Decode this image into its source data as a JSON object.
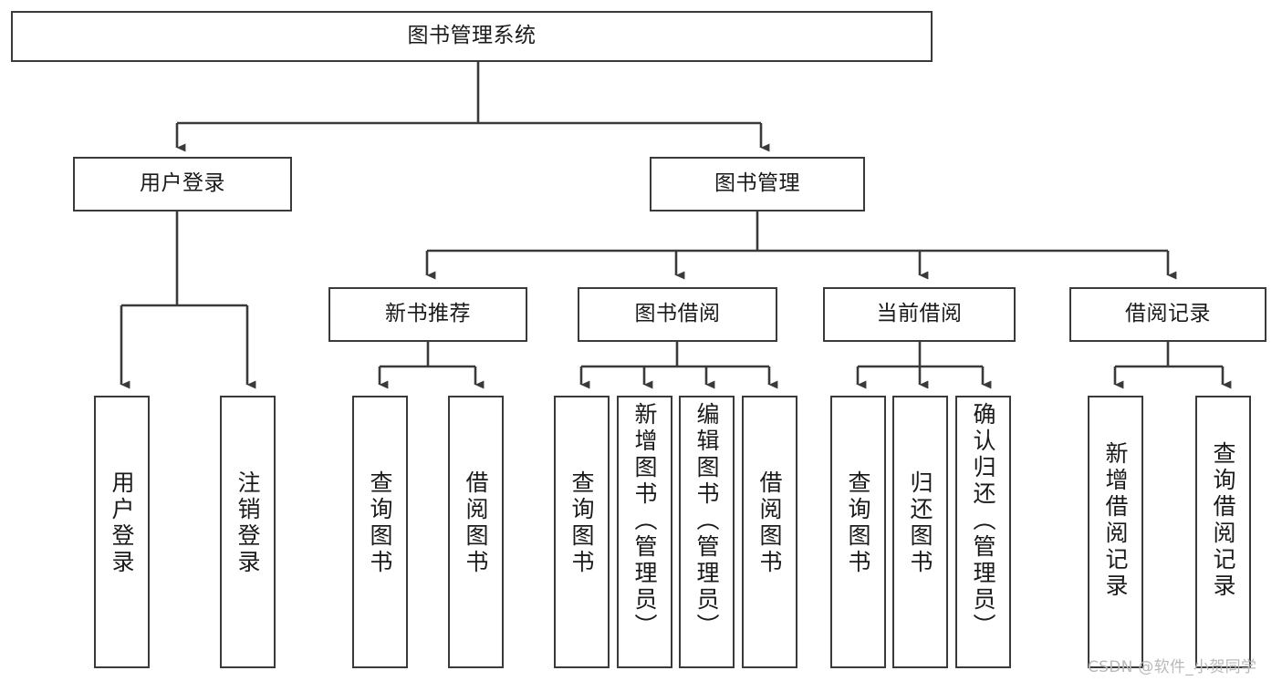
{
  "diagram": {
    "title": "图书管理系统",
    "type": "tree-hierarchy",
    "background": "#ffffff",
    "line_color": "#3a3a3a",
    "text_color": "#1a1a1a"
  },
  "root": {
    "label": "图书管理系统"
  },
  "level2": [
    {
      "label": "用户登录"
    },
    {
      "label": "图书管理"
    }
  ],
  "level3": [
    {
      "label": "新书推荐"
    },
    {
      "label": "图书借阅"
    },
    {
      "label": "当前借阅"
    },
    {
      "label": "借阅记录"
    }
  ],
  "leaves": {
    "user_login": [
      {
        "label": "用户登录"
      },
      {
        "label": "注销登录"
      }
    ],
    "new_book_recommend": [
      {
        "label": "查询图书"
      },
      {
        "label": "借阅图书"
      }
    ],
    "book_borrow": [
      {
        "label": "查询图书"
      },
      {
        "label": "新增图书（管理员）"
      },
      {
        "label": "编辑图书（管理员）"
      },
      {
        "label": "借阅图书"
      }
    ],
    "current_borrow": [
      {
        "label": "查询图书"
      },
      {
        "label": "归还图书"
      },
      {
        "label": "确认归还（管理员）"
      }
    ],
    "borrow_record": [
      {
        "label": "新增借阅记录"
      },
      {
        "label": "查询借阅记录"
      }
    ]
  },
  "watermark": {
    "text": "CSDN @软件_小贺同学"
  }
}
